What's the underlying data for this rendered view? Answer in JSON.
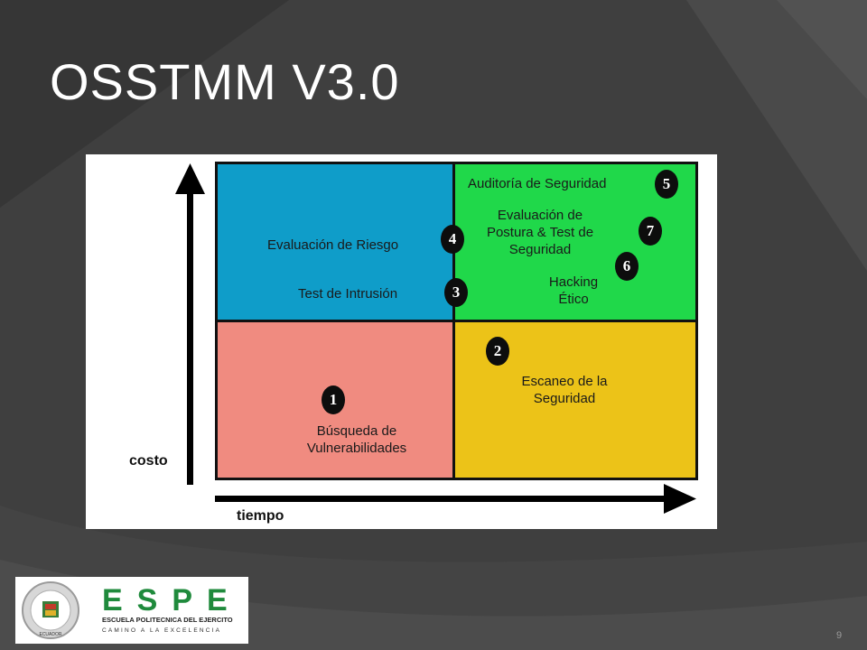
{
  "slide": {
    "title": "OSSTMM V3.0",
    "page_number": "9"
  },
  "diagram": {
    "y_axis_label": "costo",
    "x_axis_label": "tiempo",
    "quadrant_colors": {
      "top_left": "#0f9dc9",
      "top_right": "#20d84a",
      "bottom_left": "#f08b80",
      "bottom_right": "#ecc318"
    },
    "labels": {
      "auditoria": "Auditoría de Seguridad",
      "evaluacion_postura_1": "Evaluación de",
      "evaluacion_postura_2": "Postura & Test de",
      "evaluacion_postura_3": "Seguridad",
      "hacking_1": "Hacking",
      "hacking_2": "Ético",
      "evaluacion_riesgo": "Evaluación de Riesgo",
      "test_intrusion": "Test de Intrusión",
      "escaneo_1": "Escaneo  de la",
      "escaneo_2": "Seguridad",
      "busqueda_1": "Búsqueda de",
      "busqueda_2": "Vulnerabilidades"
    },
    "badges": {
      "b1": "1",
      "b2": "2",
      "b3": "3",
      "b4": "4",
      "b5": "5",
      "b6": "6",
      "b7": "7"
    }
  },
  "logo": {
    "brand": "ESPE",
    "line1": "ESCUELA POLITECNICA DEL EJERCITO",
    "line2": "CAMINO  A LA EXCELENCIA",
    "seal_text": "ECUADOR",
    "brand_color": "#1f8a3c"
  }
}
